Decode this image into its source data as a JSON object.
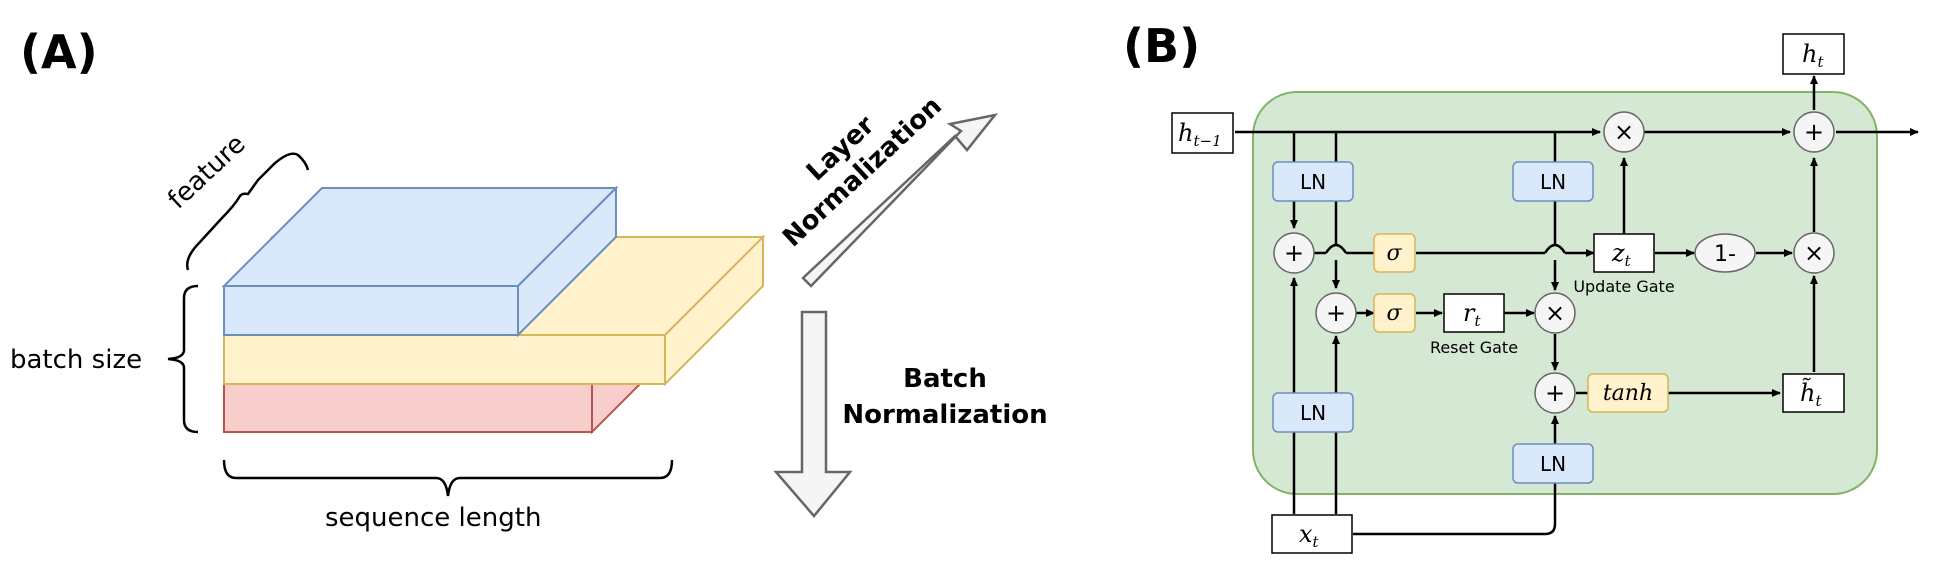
{
  "panel_a": {
    "label": "(A)",
    "feature_label": "feature",
    "batch_size_label": "batch size",
    "sequence_length_label": "sequence length",
    "layer_norm_line1": "Layer",
    "layer_norm_line2": "Normalization",
    "batch_norm_line1": "Batch",
    "batch_norm_line2": "Normalization"
  },
  "panel_b": {
    "label": "(B)",
    "h_prev": "h",
    "h_prev_sub": "t−1",
    "h_t": "h",
    "h_t_sub": "t",
    "x_t": "x",
    "x_t_sub": "t",
    "z_t": "z",
    "z_t_sub": "t",
    "r_t": "r",
    "r_t_sub": "t",
    "h_tilde": "h̃",
    "h_tilde_sub": "t",
    "ln": "LN",
    "sigma": "σ",
    "tanh": "tanh",
    "one_minus": "1-",
    "plus": "+",
    "times": "×",
    "update_gate": "Update Gate",
    "reset_gate": "Reset Gate"
  },
  "colors": {
    "blue_fill": "#dae8fc",
    "blue_stroke": "#6c8ebf",
    "yellow_fill": "#fff2cc",
    "yellow_stroke": "#d6b656",
    "red_fill": "#f8cecc",
    "red_stroke": "#b85450",
    "green_fill": "#d5e8d4",
    "green_stroke": "#82b366",
    "node_fill": "#f5f5f5",
    "node_stroke": "#666666"
  }
}
